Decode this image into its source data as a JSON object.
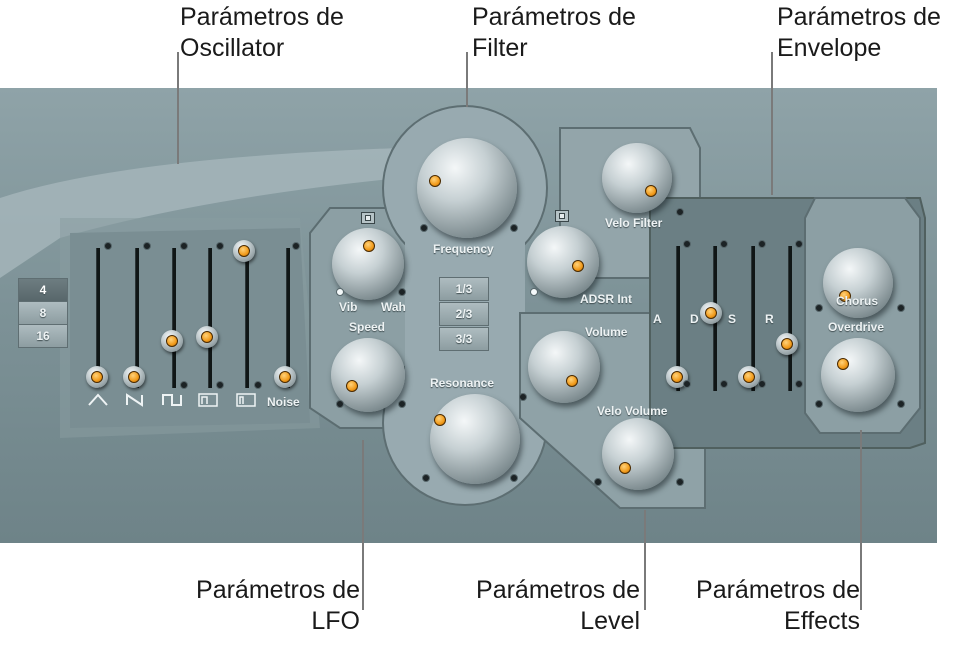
{
  "callouts": {
    "oscillator": "Parámetros de\nOscillator",
    "filter": "Parámetros de\nFilter",
    "envelope": "Parámetros de\nEnvelope",
    "lfo": "Parámetros de\nLFO",
    "level": "Parámetros de\nLevel",
    "effects": "Parámetros de\nEffects"
  },
  "oscillator": {
    "octave_buttons": [
      "4",
      "8",
      "16"
    ],
    "selected_octave": "4",
    "waveforms": [
      "triangle-wave-icon",
      "sawtooth-wave-icon",
      "square-wave-icon",
      "pulse-wave-icon",
      "pulse-narrow-wave-icon"
    ],
    "noise_label": "Noise"
  },
  "lfo": {
    "vib_label": "Vib",
    "wah_label": "Wah",
    "speed_label": "Speed"
  },
  "filter": {
    "frequency_label": "Frequency",
    "resonance_label": "Resonance",
    "slope_buttons": [
      "1/3",
      "2/3",
      "3/3"
    ],
    "adsr_int_label": "ADSR Int",
    "velo_filter_label": "Velo Filter"
  },
  "level": {
    "volume_label": "Volume",
    "velo_volume_label": "Velo Volume"
  },
  "envelope": {
    "a_label": "A",
    "d_label": "D",
    "s_label": "S",
    "r_label": "R"
  },
  "effects": {
    "chorus_label": "Chorus",
    "overdrive_label": "Overdrive"
  },
  "colors": {
    "panel": "#7e9398",
    "knob_indicator": "#f19a1a",
    "label_text": "#eef3f4"
  }
}
